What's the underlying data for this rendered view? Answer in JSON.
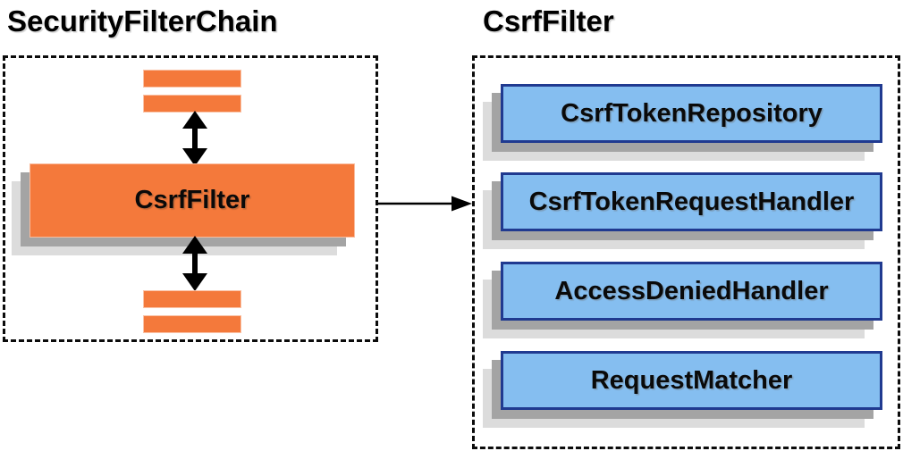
{
  "diagram": {
    "left_panel": {
      "title": "SecurityFilterChain",
      "filter_box_label": "CsrfFilter"
    },
    "right_panel": {
      "title": "CsrfFilter",
      "components": [
        {
          "label": "CsrfTokenRepository"
        },
        {
          "label": "CsrfTokenRequestHandler"
        },
        {
          "label": "AccessDeniedHandler"
        },
        {
          "label": "RequestMatcher"
        }
      ]
    },
    "colors": {
      "orange_fill": "#f4793b",
      "blue_fill": "#85bef0",
      "blue_border": "#203a90",
      "shadow_dark": "#a4a4a4",
      "shadow_light": "#dcdcdc",
      "dashed_border": "#0b0b0b",
      "arrow": "#000000",
      "background": "#ffffff"
    }
  }
}
